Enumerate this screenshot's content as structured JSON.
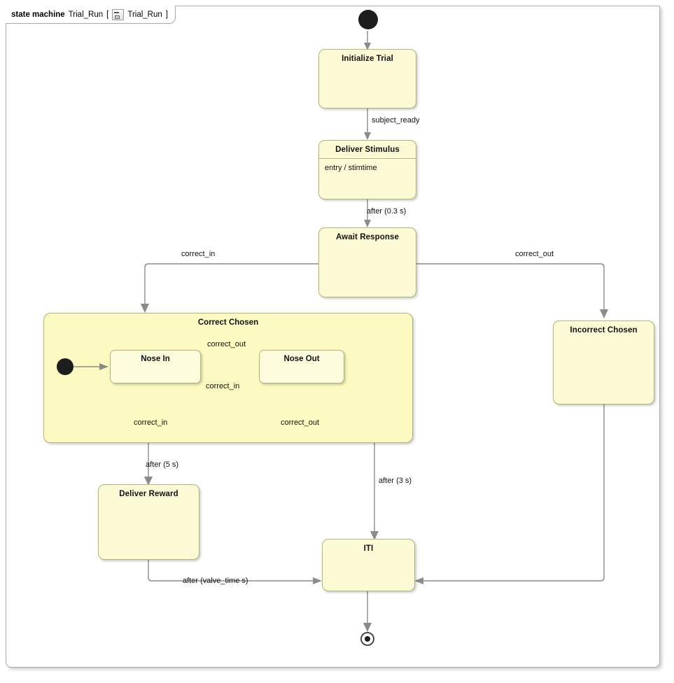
{
  "frame": {
    "keyword": "state machine",
    "name": "Trial_Run",
    "bracket_open": "[",
    "icon": "state-machine-icon",
    "qualified_name": "Trial_Run",
    "bracket_close": "]"
  },
  "palette": {
    "state_fill": "#FDFBD5",
    "composite_fill": "#FCFAC0",
    "substate_fill": "#FDFCDD",
    "state_border": "#B4B37A",
    "edge_stroke": "#8B8B8B",
    "frame_border": "#A9A9A9",
    "node_fill": "#1D1D1D",
    "page_background": "#FFFFFF"
  },
  "pseudostates": {
    "initial_top": "initial-state-node",
    "initial_composite": "initial-state-node-correct-chosen",
    "final": "final-state-node"
  },
  "states": [
    {
      "id": "initialize_trial",
      "name": "Initialize Trial",
      "compartment": null
    },
    {
      "id": "deliver_stimulus",
      "name": "Deliver Stimulus",
      "compartment": "entry / stimtime"
    },
    {
      "id": "await_response",
      "name": "Await Response",
      "compartment": null
    },
    {
      "id": "correct_chosen",
      "name": "Correct Chosen",
      "compartment": null
    },
    {
      "id": "incorrect_chosen",
      "name": "Incorrect Chosen",
      "compartment": null
    },
    {
      "id": "deliver_reward",
      "name": "Deliver Reward",
      "compartment": null
    },
    {
      "id": "iti",
      "name": "ITI",
      "compartment": null
    }
  ],
  "substates": [
    {
      "id": "nose_in",
      "name": "Nose In"
    },
    {
      "id": "nose_out",
      "name": "Nose Out"
    }
  ],
  "transitions": [
    {
      "id": "t_init_to_initialize",
      "from": "initial",
      "to": "initialize_trial",
      "label": ""
    },
    {
      "id": "t_initialize_to_stimulus",
      "from": "initialize_trial",
      "to": "deliver_stimulus",
      "label": "subject_ready"
    },
    {
      "id": "t_stimulus_to_await",
      "from": "deliver_stimulus",
      "to": "await_response",
      "label": "after (0.3 s)"
    },
    {
      "id": "t_await_to_correct",
      "from": "await_response",
      "to": "correct_chosen",
      "label": "correct_in"
    },
    {
      "id": "t_await_to_incorrect",
      "from": "await_response",
      "to": "incorrect_chosen",
      "label": "correct_out"
    },
    {
      "id": "t_nosein_to_noseout",
      "from": "nose_in",
      "to": "nose_out",
      "label": "correct_out"
    },
    {
      "id": "t_noseout_to_nosein",
      "from": "nose_out",
      "to": "nose_in",
      "label": "correct_in"
    },
    {
      "id": "t_nosein_self",
      "from": "nose_in",
      "to": "nose_in",
      "label": "correct_in"
    },
    {
      "id": "t_noseout_self",
      "from": "nose_out",
      "to": "nose_out",
      "label": "correct_out"
    },
    {
      "id": "t_correct_to_reward",
      "from": "correct_chosen",
      "to": "deliver_reward",
      "label": "after (5 s)"
    },
    {
      "id": "t_noseout_to_iti",
      "from": "nose_out",
      "to": "iti",
      "label": "after (3 s)"
    },
    {
      "id": "t_reward_to_iti",
      "from": "deliver_reward",
      "to": "iti",
      "label": "after (valve_time s)"
    },
    {
      "id": "t_incorrect_to_iti",
      "from": "incorrect_chosen",
      "to": "iti",
      "label": ""
    },
    {
      "id": "t_iti_to_final",
      "from": "iti",
      "to": "final",
      "label": ""
    }
  ]
}
